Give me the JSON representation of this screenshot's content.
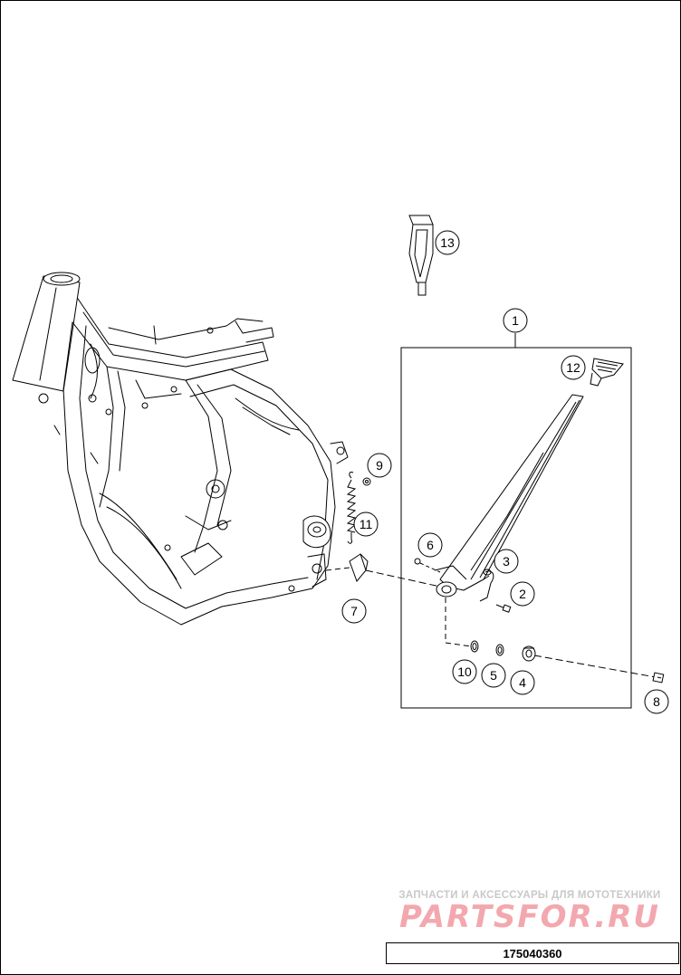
{
  "diagram": {
    "callouts": [
      {
        "id": "callout-1",
        "label": "1"
      },
      {
        "id": "callout-2",
        "label": "2"
      },
      {
        "id": "callout-3",
        "label": "3"
      },
      {
        "id": "callout-4",
        "label": "4"
      },
      {
        "id": "callout-5",
        "label": "5"
      },
      {
        "id": "callout-6",
        "label": "6"
      },
      {
        "id": "callout-7",
        "label": "7"
      },
      {
        "id": "callout-8",
        "label": "8"
      },
      {
        "id": "callout-9",
        "label": "9"
      },
      {
        "id": "callout-10",
        "label": "10"
      },
      {
        "id": "callout-11",
        "label": "11"
      },
      {
        "id": "callout-12",
        "label": "12"
      },
      {
        "id": "callout-13",
        "label": "13"
      }
    ]
  },
  "watermark": {
    "tagline": "ЗАПЧАСТИ И АКСЕССУАРЫ ДЛЯ МОТОТЕХНИКИ",
    "logo": "PARTSFOR.RU"
  },
  "footer": {
    "part_number": "175040360"
  }
}
